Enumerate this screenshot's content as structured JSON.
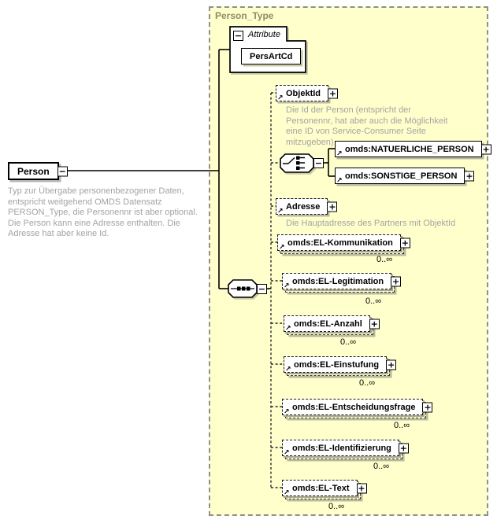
{
  "icons": {
    "collapse": "−",
    "expand": "+",
    "reference": "↗"
  },
  "diagram": {
    "person": {
      "label": "Person",
      "description": "Typ zur Übergabe personenbezogener Daten, entspricht weitgehend OMDS Datensatz PERSON_Type, die Personennr ist aber optional. Die Person kann eine Adresse enthalten. Die Adresse hat aber keine Id."
    },
    "person_type": {
      "title": "Person_Type",
      "attribute_section": {
        "label": "Attribute",
        "attribute_name": "PersArtCd"
      },
      "objektid": {
        "name": "ObjektId",
        "description": "Die Id der Person (entspricht der Personennr, hat aber auch die Möglichkeit eine ID von Service-Consumer Seite mitzugeben)"
      },
      "choice": {
        "options": [
          {
            "name": "omds:NATUERLICHE_PERSON"
          },
          {
            "name": "omds:SONSTIGE_PERSON"
          }
        ]
      },
      "adresse": {
        "name": "Adresse",
        "description": "Die Hauptadresse des Partners mit ObjektId"
      },
      "repeating_elements": [
        {
          "name": "omds:EL-Kommunikation",
          "occurrence": "0..∞"
        },
        {
          "name": "omds:EL-Legitimation",
          "occurrence": "0..∞"
        },
        {
          "name": "omds:EL-Anzahl",
          "occurrence": "0..∞"
        },
        {
          "name": "omds:EL-Einstufung",
          "occurrence": "0..∞"
        },
        {
          "name": "omds:EL-Entscheidungsfrage",
          "occurrence": "0..∞"
        },
        {
          "name": "omds:EL-Identifizierung",
          "occurrence": "0..∞"
        },
        {
          "name": "omds:EL-Text",
          "occurrence": "0..∞"
        }
      ]
    }
  }
}
